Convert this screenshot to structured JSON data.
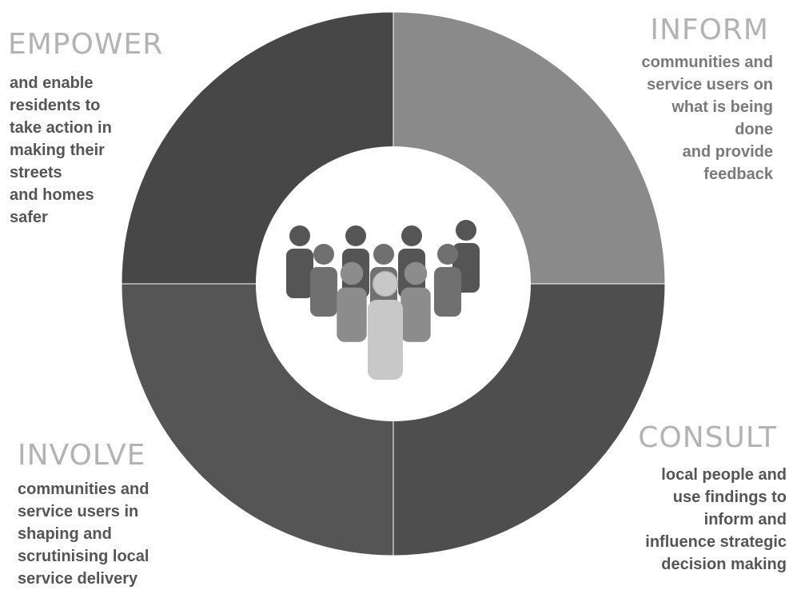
{
  "segments": [
    {
      "key": "inform",
      "heading": "INFORM",
      "lines": [
        "communities and",
        "service users on",
        "what is being",
        "done",
        "and provide",
        "feedback"
      ],
      "color": "#8a8a8a"
    },
    {
      "key": "consult",
      "heading": "CONSULT",
      "lines": [
        "local people and",
        "use findings to",
        "inform and",
        "influence strategic",
        "decision making"
      ],
      "color": "#4e4e4e"
    },
    {
      "key": "involve",
      "heading": "INVOLVE",
      "lines": [
        "communities and",
        "service users in",
        "shaping and",
        "scrutinising local",
        "service delivery"
      ],
      "color": "#555555"
    },
    {
      "key": "empower",
      "heading": "EMPOWER",
      "lines": [
        "and enable",
        "residents to",
        "take action in",
        "making their",
        "streets",
        "and homes",
        "safer"
      ],
      "color": "#474747"
    }
  ],
  "center_icon": "people-group-icon",
  "colors": {
    "heading": "#b3b3b3",
    "text": "#555555",
    "people": [
      "#555555",
      "#707070",
      "#8c8c8c",
      "#a8a8a8",
      "#c8c8c8"
    ]
  }
}
